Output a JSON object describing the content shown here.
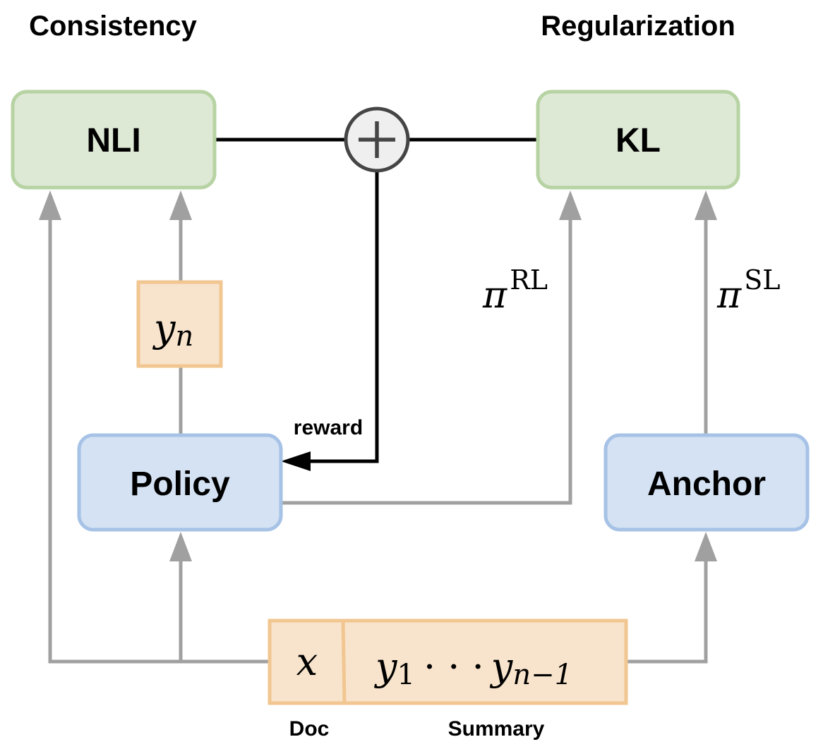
{
  "headers": {
    "left": "Consistency",
    "right": "Regularization"
  },
  "nodes": {
    "nli": "NLI",
    "kl": "KL",
    "policy": "Policy",
    "anchor": "Anchor"
  },
  "tokens": {
    "yn_base": "y",
    "yn_sub": "n",
    "x": "x",
    "y1_base": "y",
    "y1_sub": "1",
    "ellipsis": "· · ·",
    "yn1_base": "y",
    "yn1_sub": "n−1"
  },
  "edge_labels": {
    "reward": "reward",
    "pi_rl_base": "π",
    "pi_rl_sup": "RL",
    "pi_sl_base": "π",
    "pi_sl_sup": "SL"
  },
  "input_labels": {
    "doc": "Doc",
    "summary": "Summary"
  },
  "colors": {
    "green_fill": "#dde9d5",
    "green_stroke": "#b7d3a4",
    "blue_fill": "#d4e2f3",
    "blue_stroke": "#a6c2e6",
    "orange_fill": "#f8e4cc",
    "orange_stroke": "#f1c690",
    "gray_line": "#a0a0a0",
    "black_line": "#000000",
    "plus_fill": "#efefef",
    "plus_stroke": "#454545"
  }
}
